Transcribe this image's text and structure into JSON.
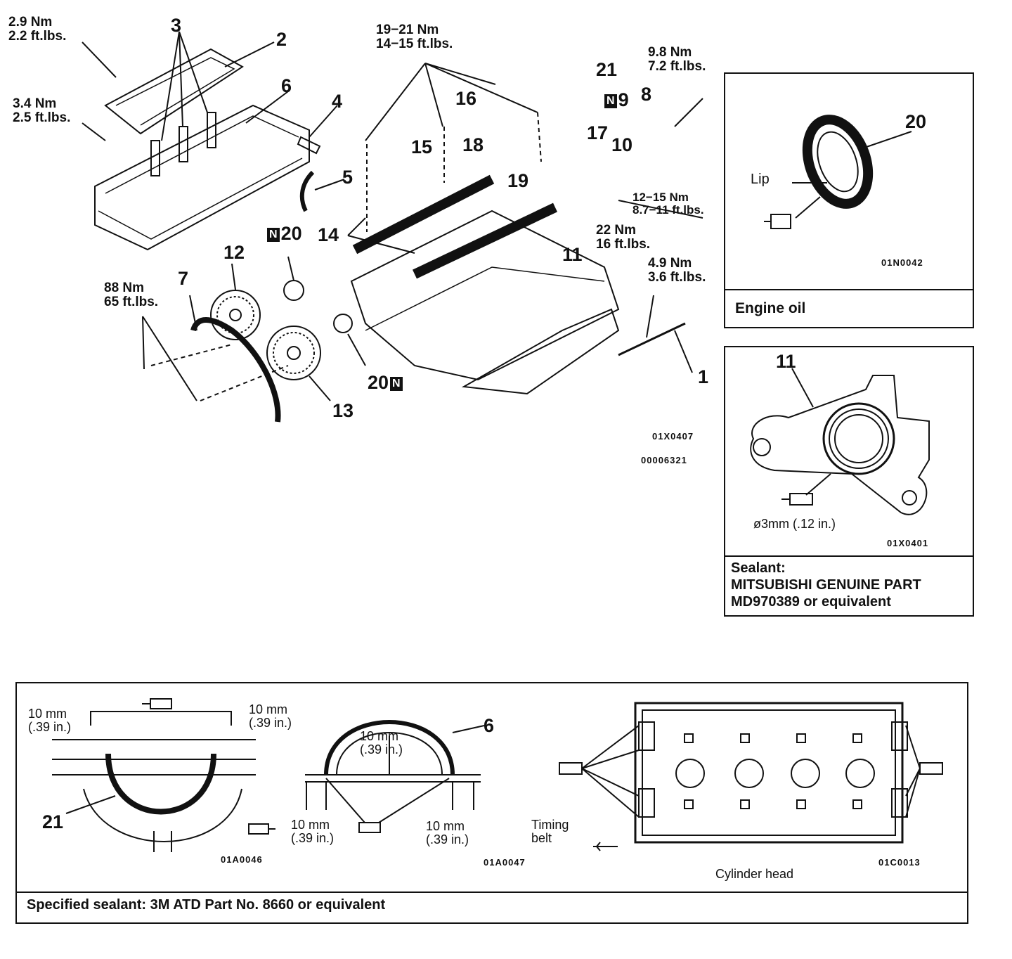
{
  "torques": {
    "t_2_9": [
      "2.9 Nm",
      "2.2 ft.lbs."
    ],
    "t_3_4": [
      "3.4 Nm",
      "2.5 ft.lbs."
    ],
    "t_19_21": [
      "19−21 Nm",
      "14−15 ft.lbs."
    ],
    "t_9_8": [
      "9.8 Nm",
      "7.2 ft.lbs."
    ],
    "t_12_15": [
      "12−15 Nm",
      "8.7−11 ft.lbs."
    ],
    "t_22": [
      "22 Nm",
      "16 ft.lbs."
    ],
    "t_4_9": [
      "4.9 Nm",
      "3.6 ft.lbs."
    ],
    "t_88": [
      "88 Nm",
      "65 ft.lbs."
    ]
  },
  "parts": {
    "p1": "1",
    "p2": "2",
    "p3": "3",
    "p4": "4",
    "p5": "5",
    "p6": "6",
    "p7": "7",
    "p8": "8",
    "p9": "9",
    "p10": "10",
    "p11": "11",
    "p12": "12",
    "p13": "13",
    "p14": "14",
    "p15": "15",
    "p16": "16",
    "p17": "17",
    "p18": "18",
    "p19": "19",
    "p20a": "20",
    "p20b": "20",
    "p20c": "20",
    "p21": "21"
  },
  "badge": "N",
  "codes": {
    "main1": "01X0407",
    "main2": "00006321",
    "oilseal": "01N0042",
    "housing": "01X0401",
    "b1": "01A0046",
    "b2": "01A0047",
    "b3": "01C0013"
  },
  "oilseal_box": {
    "part": "20",
    "lip_label": "Lip",
    "caption": "Engine oil"
  },
  "housing_box": {
    "part": "11",
    "bead": "ø3mm (.12 in.)",
    "caption": [
      "Sealant:",
      "MITSUBISHI GENUINE PART",
      "MD970389 or equivalent"
    ]
  },
  "bottom": {
    "d1a": [
      "10 mm",
      "(.39 in.)"
    ],
    "d1b": [
      "10 mm",
      "(.39 in.)"
    ],
    "part21": "21",
    "d2top": [
      "10 mm",
      "(.39 in.)"
    ],
    "part6": "6",
    "d2l": [
      "10 mm",
      "(.39 in.)"
    ],
    "d2r": [
      "10 mm",
      "(.39 in.)"
    ],
    "timing": [
      "Timing",
      "belt"
    ],
    "cyl": "Cylinder head",
    "caption": "Specified sealant: 3M ATD Part No. 8660 or equivalent"
  },
  "colors": {
    "ink": "#111111",
    "paper": "#ffffff"
  }
}
